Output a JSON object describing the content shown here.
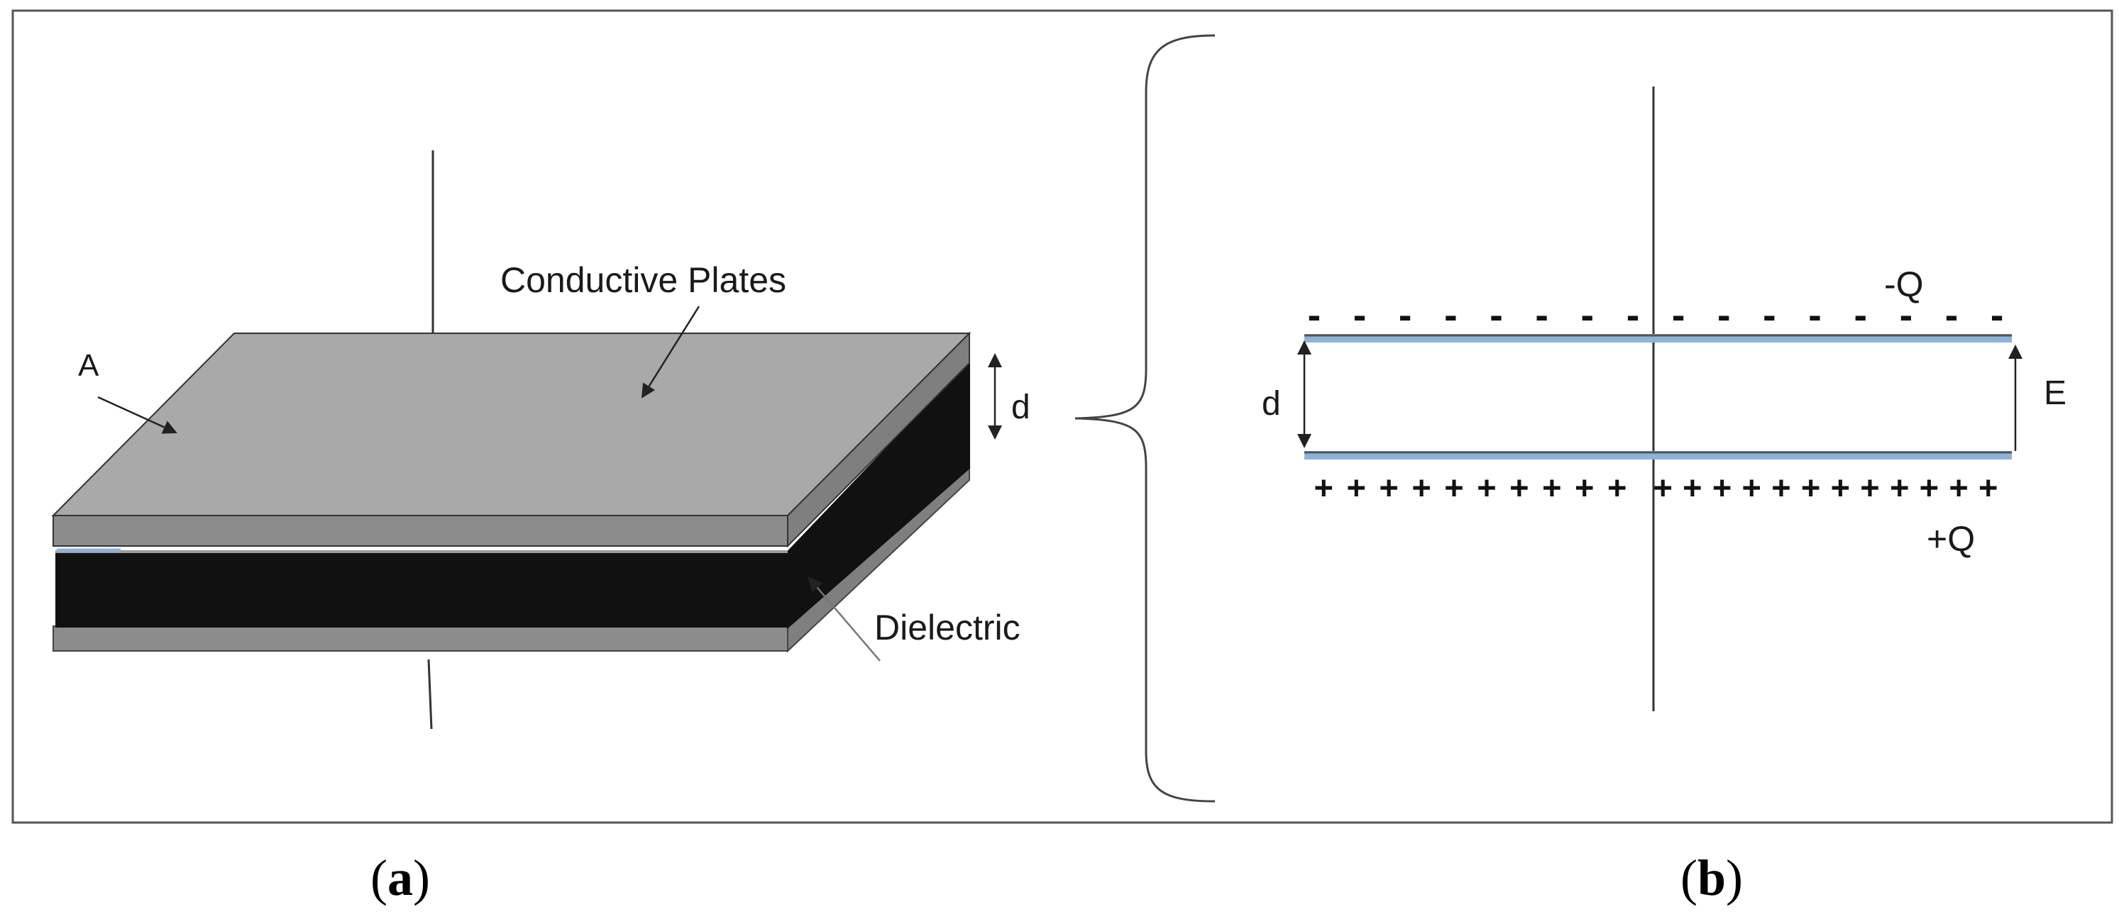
{
  "panel_a": {
    "label_area": "A",
    "label_conductive_plates": "Conductive Plates",
    "label_d": "d",
    "label_dielectric": "Dielectric"
  },
  "panel_b": {
    "label_neg_charge": "-Q",
    "label_pos_charge": "+Q",
    "label_d": "d",
    "label_field": "E",
    "minus_row": "- - - - - - - - - - - - - - - -",
    "plus_row_left": "+ + + + + + + + + +",
    "plus_row_right": "+ + + + + + + + + + + +"
  },
  "captions": {
    "a_open": "(",
    "a_letter": "a",
    "a_close": ")",
    "b_open": "(",
    "b_letter": "b",
    "b_close": ")"
  },
  "colors": {
    "plate_top": "#a9a9a9",
    "plate_edge": "#7f7f7f",
    "dielectric": "#111111",
    "plate_line_blue": "#8db3d9"
  }
}
